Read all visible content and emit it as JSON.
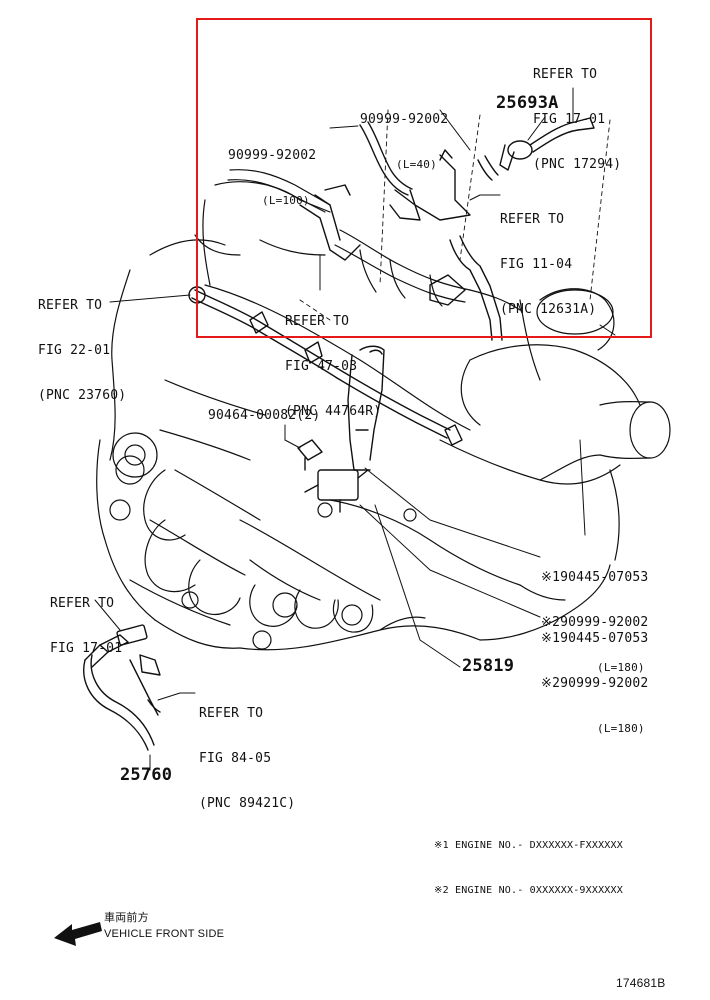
{
  "colors": {
    "highlight": "#e41a1a",
    "ink": "#111111",
    "background": "#ffffff"
  },
  "labels": {
    "refer_fig17_top": [
      "REFER TO",
      "FIG 17-01",
      "(PNC 17294)"
    ],
    "part_90999_92002_l40": {
      "number": "90999-92002",
      "length": "(L=40)"
    },
    "part_25693a": "25693A",
    "part_90999_92002_l100": {
      "number": "90999-92002",
      "length": "(L=100)"
    },
    "refer_fig11": [
      "REFER TO",
      "FIG 11-04",
      "(PNC 12631A)"
    ],
    "refer_fig22": [
      "REFER TO",
      "FIG 22-01",
      "(PNC 23760)"
    ],
    "refer_fig47": [
      "REFER TO",
      "FIG 47-03",
      "(PNC 44764R)"
    ],
    "part_90464": "90464-00082(2)",
    "callout_1_180": {
      "line1": "※190445-07053",
      "line2": "※290999-92002",
      "length": "(L=180)"
    },
    "callout_2_180": {
      "line1": "※190445-07053",
      "line2": "※290999-92002",
      "length": "(L=180)"
    },
    "refer_fig17_left": [
      "REFER TO",
      "FIG 17-01"
    ],
    "part_25819": "25819",
    "refer_fig84": [
      "REFER TO",
      "FIG 84-05",
      "(PNC 89421C)"
    ],
    "part_25760": "25760",
    "engine_notes": [
      "※1 ENGINE NO.- DXXXXXX-FXXXXXX",
      "※2 ENGINE NO.- 0XXXXXX-9XXXXXX"
    ],
    "front_side_jp": "車両前方",
    "front_side_en": "VEHICLE FRONT SIDE",
    "figure_id": "174681B"
  }
}
